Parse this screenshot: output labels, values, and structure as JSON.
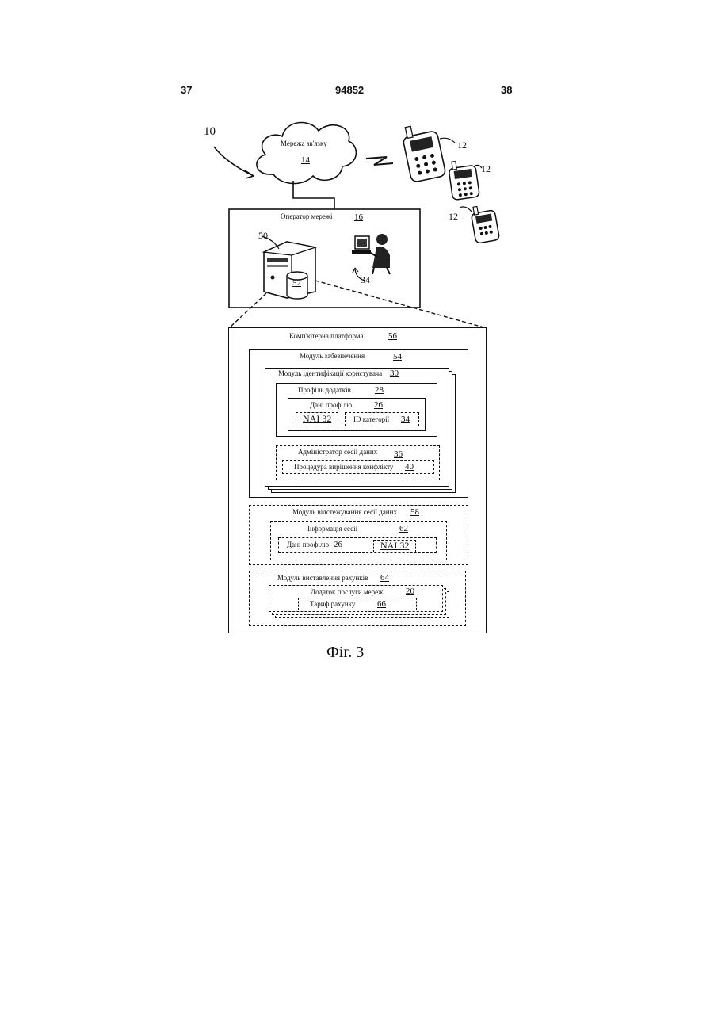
{
  "header": {
    "page_left": "37",
    "patent_number": "94852",
    "page_right": "38"
  },
  "figure": {
    "system_ref": "10",
    "network": {
      "label": "Мережа зв'язку",
      "ref": "14"
    },
    "devices": {
      "ref_a": "12",
      "ref_b": "12",
      "ref_c": "12"
    },
    "operator": {
      "label": "Оператор мережі",
      "ref": "16",
      "server_ref": "50",
      "database_ref": "52",
      "user_ref": "34"
    },
    "platform": {
      "label": "Комп'ютерна платформа",
      "ref": "56",
      "provisioning": {
        "label": "Модуль забезпечення",
        "ref": "54",
        "user_id_module": {
          "label": "Модуль ідентифікації користувача",
          "ref": "30",
          "app_profile": {
            "label": "Профіль додатків",
            "ref": "28",
            "profile_data": {
              "label": "Дані профілю",
              "ref": "26",
              "nai": "NAI 32",
              "category_label": "ID категорії",
              "category_ref": "34"
            }
          },
          "session_admin": {
            "label": "Адміністратор сесії даних",
            "ref": "36",
            "conflict_procedure": {
              "label": "Процедура вирішення конфлікту",
              "ref": "40"
            }
          }
        }
      },
      "tracking": {
        "label": "Модуль відстежування сесії даних",
        "ref": "58",
        "session_info": {
          "label": "Інформація сесії",
          "ref": "62",
          "profile_data_label": "Дані профілю",
          "profile_data_ref": "26",
          "nai": "NAI 32"
        }
      },
      "billing": {
        "label": "Модуль виставлення рахунків",
        "ref": "64",
        "service_app": {
          "label": "Додаток послуги мережі",
          "ref": "20",
          "tariff": {
            "label": "Тариф рахунку",
            "ref": "66"
          }
        }
      }
    },
    "caption": "Фіг. 3"
  }
}
